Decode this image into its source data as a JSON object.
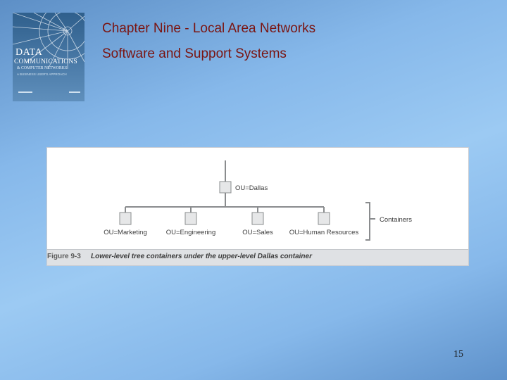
{
  "slide": {
    "title": "Chapter Nine - Local Area Networks",
    "subtitle": "Software and Support Systems",
    "page_number": "15"
  },
  "book_cover": {
    "title_line1": "DATA",
    "title_line2": "COMMUNICATIONS",
    "title_line3": "& COMPUTER NETWORKS",
    "edition": "A BUSINESS USER'S APPROACH"
  },
  "figure": {
    "root": "OU=Dallas",
    "children": [
      "OU=Marketing",
      "OU=Engineering",
      "OU=Sales",
      "OU=Human Resources"
    ],
    "bracket_label": "Containers",
    "caption_number": "Figure 9-3",
    "caption_text": "Lower-level tree containers under the upper-level Dallas container"
  },
  "colors": {
    "title_text": "#7a1512",
    "node_fill": "#e6e7e8",
    "connector": "#8a8c8e"
  }
}
